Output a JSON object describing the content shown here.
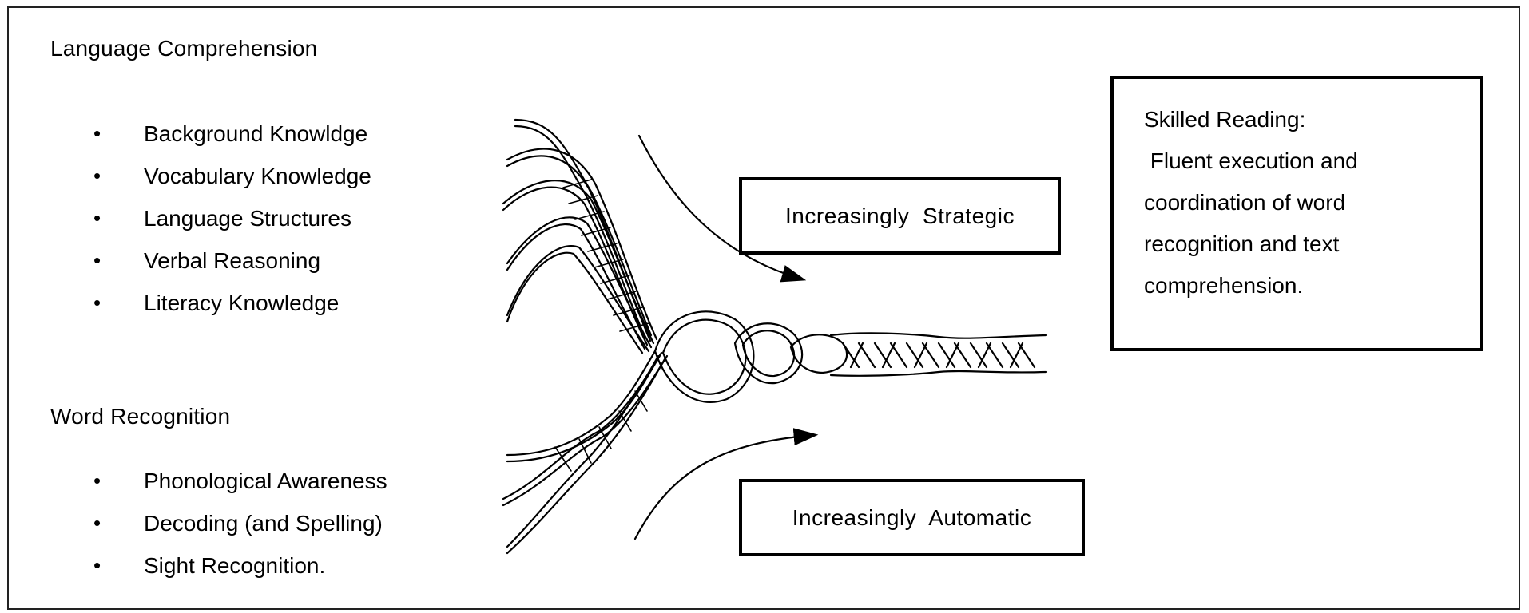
{
  "language_comprehension": {
    "title": "Language Comprehension",
    "items": [
      "Background Knowldge",
      "Vocabulary Knowledge",
      "Language Structures",
      "Verbal Reasoning",
      "Literacy Knowledge"
    ]
  },
  "word_recognition": {
    "title": "Word Recognition",
    "items": [
      "Phonological Awareness",
      "Decoding (and Spelling)",
      "Sight Recognition."
    ]
  },
  "strategic_label": "Increasingly  Strategic",
  "automatic_label": "Increasingly  Automatic",
  "skilled_reading": {
    "title": "Skilled Reading:",
    "lines": [
      " Fluent execution and",
      "coordination of word",
      "recognition and text",
      "comprehension."
    ]
  },
  "bullet": "•",
  "colors": {
    "line": "#000000",
    "background": "#ffffff"
  }
}
